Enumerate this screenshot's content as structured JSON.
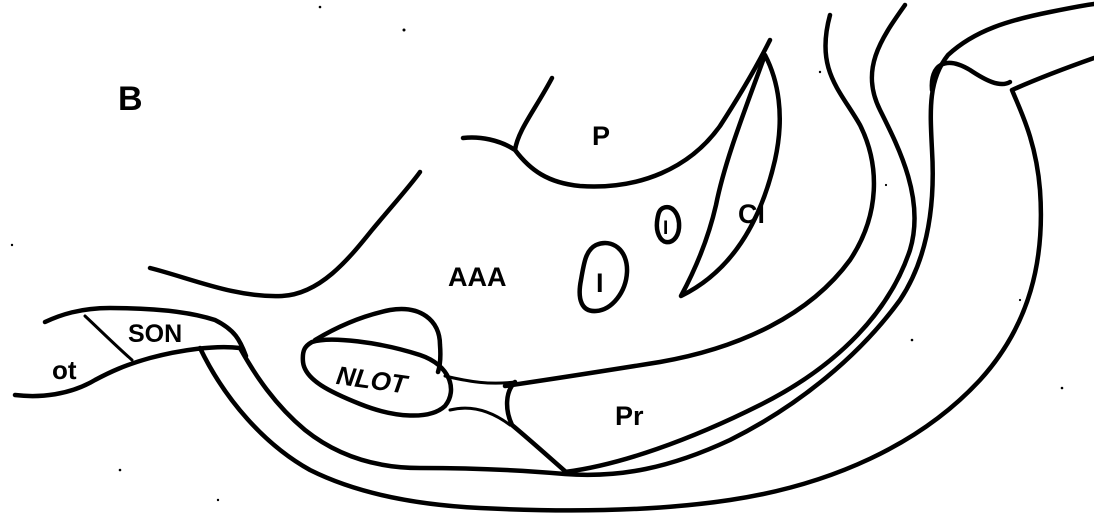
{
  "panel_label": "B",
  "regions": {
    "p": "P",
    "cl": "Cl",
    "aaa": "AAA",
    "i_large": "I",
    "i_small": "I",
    "son": "SON",
    "ot": "ot",
    "nlot": "NLOT",
    "pr": "Pr"
  },
  "colors": {
    "line": "#000000",
    "background": "#ffffff"
  }
}
